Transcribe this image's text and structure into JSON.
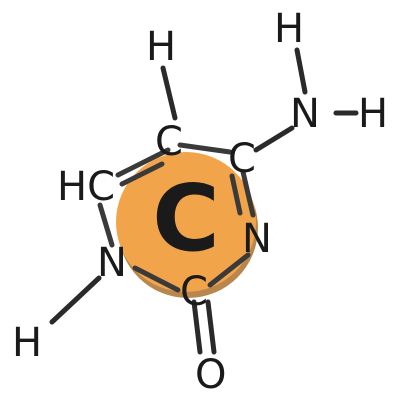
{
  "molecule": {
    "center_label": "C",
    "fill_color": "#F2A44A",
    "shadow_color": "#B9864E",
    "atoms": {
      "h_top": "H",
      "c_top": "C",
      "c_right": "C",
      "n_right": "N",
      "c_bottom": "C",
      "n_left": "N",
      "hc_left": "HC",
      "n_amine": "N",
      "h_amine_top": "H",
      "h_amine_right": "H",
      "h_left": "H",
      "o_bottom": "O"
    }
  }
}
